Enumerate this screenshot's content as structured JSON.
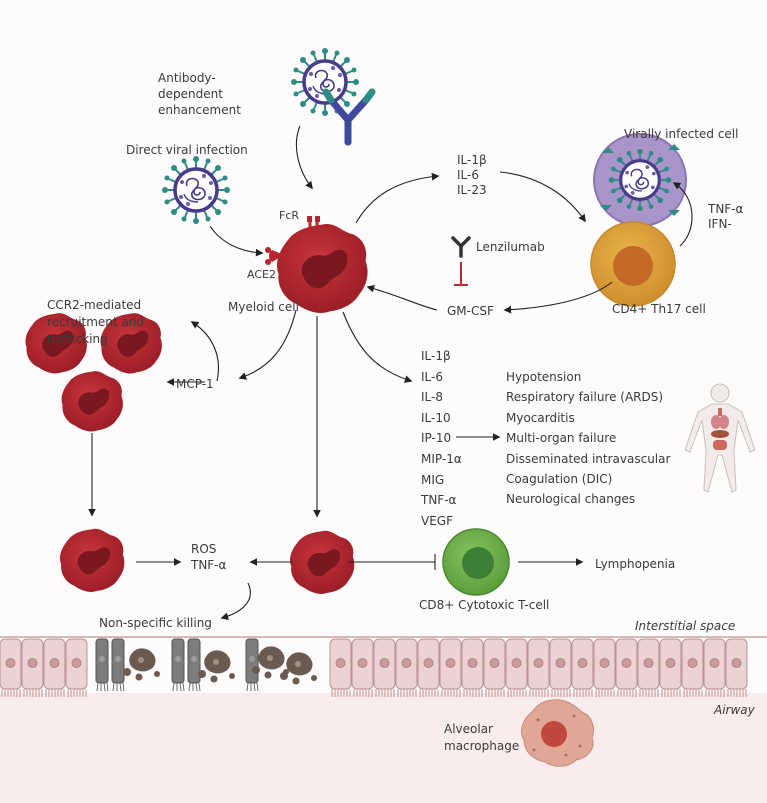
{
  "labels": {
    "ade": "Antibody-dependent enhancement",
    "direct": "Direct viral infection",
    "fcr": "FcR",
    "ace2": "ACE2",
    "myeloid": "Myeloid cell",
    "ccr2": "CCR2-mediated recruitment and trafficking",
    "mcp1": "MCP-1",
    "gmcsf": "GM-CSF",
    "lenzilumab": "Lenzilumab",
    "infected": "Virally infected cell",
    "th17": "CD4+ Th17 cell",
    "ros": "ROS",
    "tnf_ros": "TNF-α",
    "nonspecific": "Non-specific killing",
    "cd8": "CD8+ Cytotoxic T-cell",
    "lymphopenia": "Lymphopenia",
    "interstitial": "Interstitial space",
    "airway": "Airway",
    "alveolar": "Alveolar macrophage"
  },
  "th17_inputs": [
    "IL-1β",
    "IL-6",
    "IL-23"
  ],
  "infected_outputs": [
    "TNF-α",
    "IFN-"
  ],
  "cytokines": [
    "IL-1β",
    "IL-6",
    "IL-8",
    "IL-10",
    "IP-10",
    "MIP-1α",
    "MIG",
    "TNF-α",
    "VEGF"
  ],
  "effects": [
    "Hypotension",
    "Respiratory failure (ARDS)",
    "Myocarditis",
    "Multi-organ failure",
    "Disseminated intravascular",
    "Coagulation (DIC)",
    "Neurological changes"
  ],
  "colors": {
    "myeloid": "#b3262f",
    "myeloid_nucleus": "#7a1820",
    "virus": "#4a3a8a",
    "spike": "#2e8c86",
    "antibody": "#3f4a9e",
    "infected_cell": "#a995c9",
    "th17_cell": "#d9a03a",
    "th17_nucleus": "#c46a28",
    "cd8_cell": "#6fb04a",
    "cd8_nucleus": "#3d7f35",
    "epithelium": "#e9c9c9",
    "inhibit": "#c0262f",
    "airway_bg": "#f8ecec"
  }
}
